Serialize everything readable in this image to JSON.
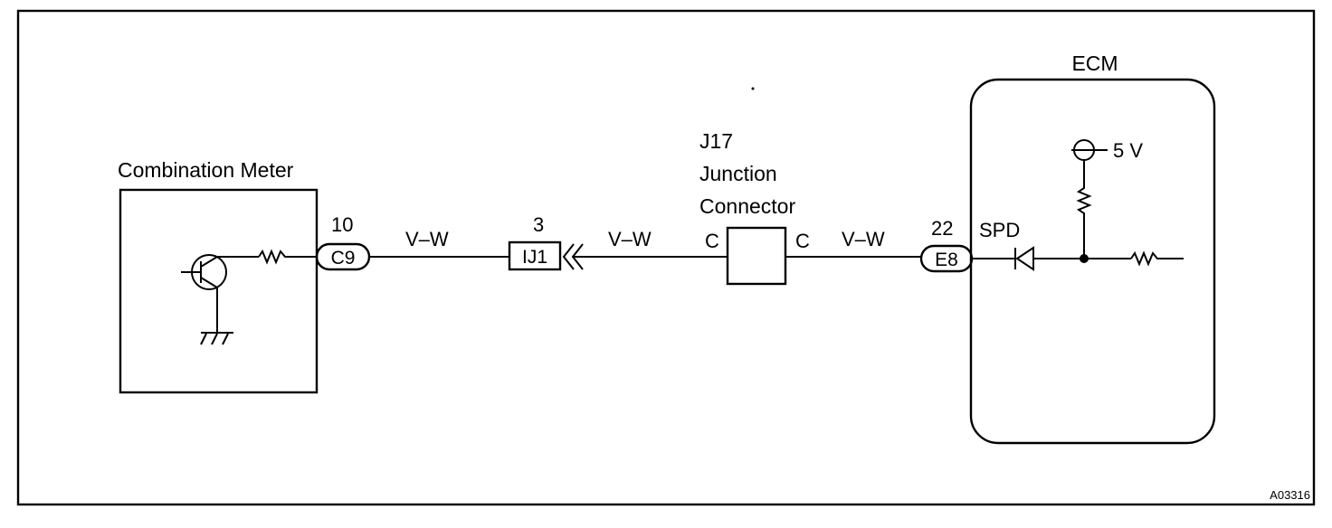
{
  "figure_id": "A03316",
  "combination_meter": {
    "title": "Combination Meter",
    "pin": "10",
    "connector": "C9"
  },
  "junction_ij1": {
    "pin": "3",
    "connector": "IJ1"
  },
  "junction_connector": {
    "line1": "J17",
    "line2": "Junction",
    "line3": "Connector",
    "left_pin": "C",
    "right_pin": "C"
  },
  "wires": {
    "wire1": "V–W",
    "wire2": "V–W",
    "wire3": "V–W"
  },
  "ecm": {
    "title": "ECM",
    "pin": "22",
    "connector": "E8",
    "signal": "SPD",
    "supply": "5 V"
  }
}
